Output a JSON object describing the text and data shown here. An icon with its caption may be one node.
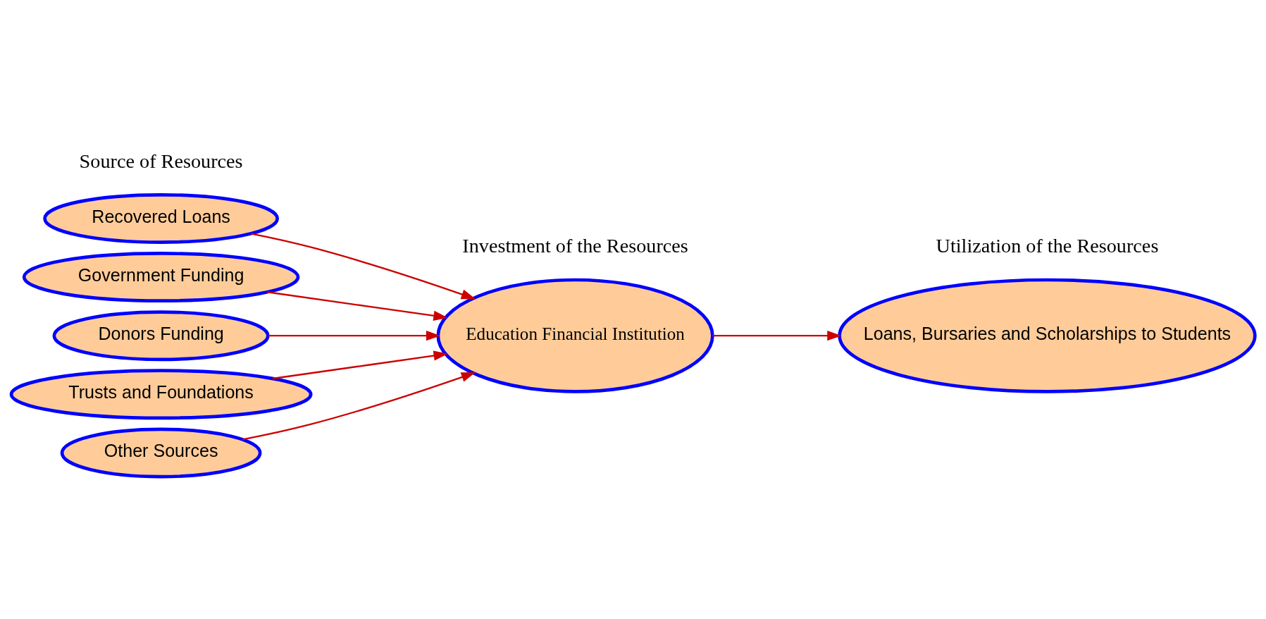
{
  "diagram": {
    "nodes": [
      {
        "text": [
          "Recovered Loans"
        ]
      },
      {
        "text": [
          "Government Funding"
        ]
      },
      {
        "text": [
          "Donors Funding"
        ]
      },
      {
        "text": [
          "Trusts and Foundations"
        ]
      },
      {
        "text": [
          "Other Sources"
        ]
      },
      {
        "text": [
          "Education Financial Institution"
        ]
      },
      {
        "text": [
          "Loans, Bursaries and Scholarships to Students"
        ]
      }
    ],
    "edges": [
      {
        "from": 0,
        "to": 5,
        "arrow": "to"
      },
      {
        "from": 1,
        "to": 5,
        "arrow": "to"
      },
      {
        "from": 2,
        "to": 5,
        "arrow": "to"
      },
      {
        "from": 3,
        "to": 5,
        "arrow": "to"
      },
      {
        "from": 4,
        "to": 5,
        "arrow": "to"
      },
      {
        "from": 5,
        "to": 6,
        "arrow": "to"
      }
    ],
    "labels": [
      "Source of Resources",
      "Investment of the Resources",
      "Utilization of the Resources"
    ]
  }
}
